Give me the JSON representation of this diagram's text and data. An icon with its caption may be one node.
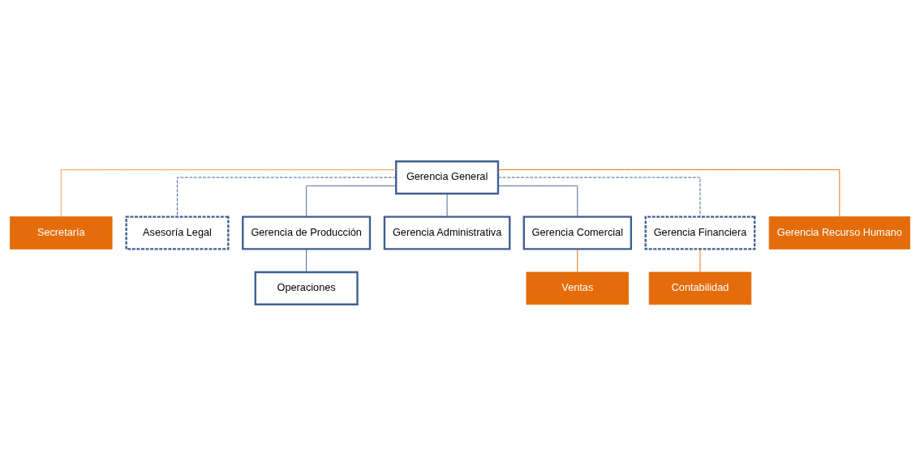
{
  "diagram": {
    "nodes": [
      {
        "text": [
          "Gerencia General"
        ]
      },
      {
        "text": [
          "Secretaría"
        ]
      },
      {
        "text": [
          "Asesoría Legal"
        ]
      },
      {
        "text": [
          "Gerencia de Producción"
        ]
      },
      {
        "text": [
          "Gerencia Administrativa"
        ]
      },
      {
        "text": [
          "Gerencia Comercial"
        ]
      },
      {
        "text": [
          "Gerencia Financiera"
        ]
      },
      {
        "text": [
          "Gerencia Recurso Humano"
        ]
      },
      {
        "text": [
          "Operaciones"
        ]
      },
      {
        "text": [
          "Ventas"
        ]
      },
      {
        "text": [
          "Contabilidad"
        ]
      }
    ],
    "edges": [
      {
        "from": 0,
        "to": 1,
        "arrow": "none",
        "color": "#f79646"
      },
      {
        "from": 0,
        "to": 2,
        "arrow": "none",
        "style": "dashed"
      },
      {
        "from": 0,
        "to": 3,
        "arrow": "none"
      },
      {
        "from": 0,
        "to": 4,
        "arrow": "none"
      },
      {
        "from": 0,
        "to": 5,
        "arrow": "none"
      },
      {
        "from": 0,
        "to": 6,
        "arrow": "none",
        "style": "dashed"
      },
      {
        "from": 0,
        "to": 7,
        "arrow": "none",
        "color": "#e46c0a"
      },
      {
        "from": 3,
        "to": 8,
        "arrow": "none"
      },
      {
        "from": 5,
        "to": 9,
        "arrow": "none",
        "color": "#e46c0a"
      },
      {
        "from": 6,
        "to": 10,
        "arrow": "none",
        "color": "#e46c0a"
      }
    ]
  }
}
